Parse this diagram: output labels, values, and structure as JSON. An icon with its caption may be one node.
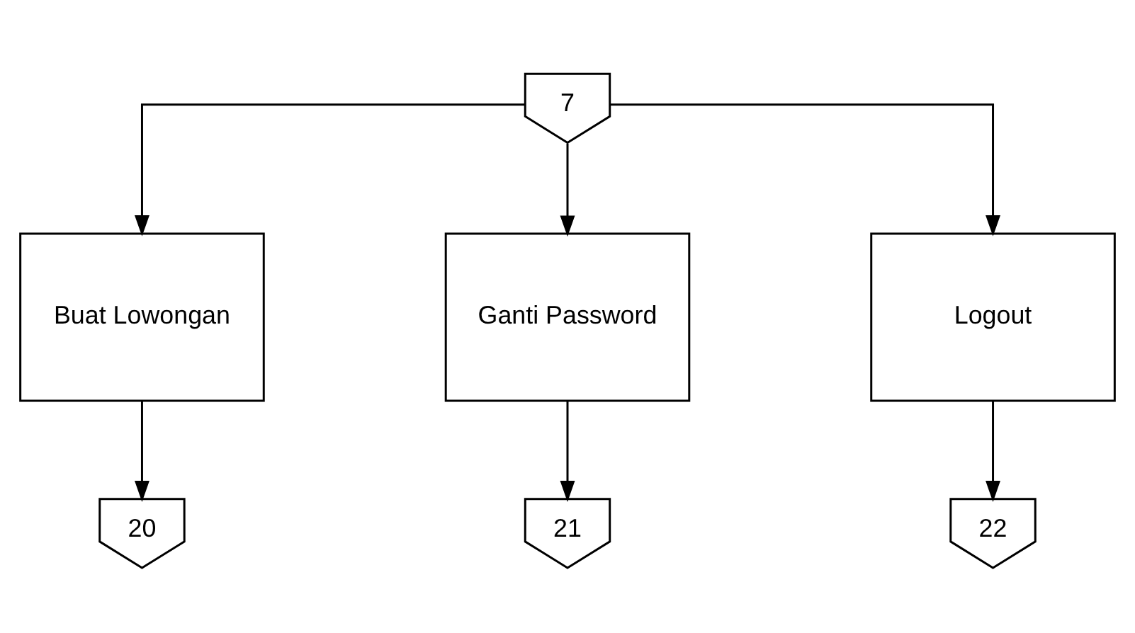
{
  "diagram": {
    "nodes": [
      {
        "text": [
          "7"
        ]
      },
      {
        "text": [
          "Buat Lowongan"
        ]
      },
      {
        "text": [
          "Ganti Password"
        ]
      },
      {
        "text": [
          "Logout"
        ]
      },
      {
        "text": [
          "20"
        ]
      },
      {
        "text": [
          "21"
        ]
      },
      {
        "text": [
          "22"
        ]
      }
    ],
    "edges": [
      {
        "from": 0,
        "to": 1,
        "arrow": "to"
      },
      {
        "from": 0,
        "to": 2,
        "arrow": "to"
      },
      {
        "from": 0,
        "to": 3,
        "arrow": "to"
      },
      {
        "from": 1,
        "to": 4,
        "arrow": "to"
      },
      {
        "from": 2,
        "to": 5,
        "arrow": "to"
      },
      {
        "from": 3,
        "to": 6,
        "arrow": "to"
      }
    ]
  }
}
